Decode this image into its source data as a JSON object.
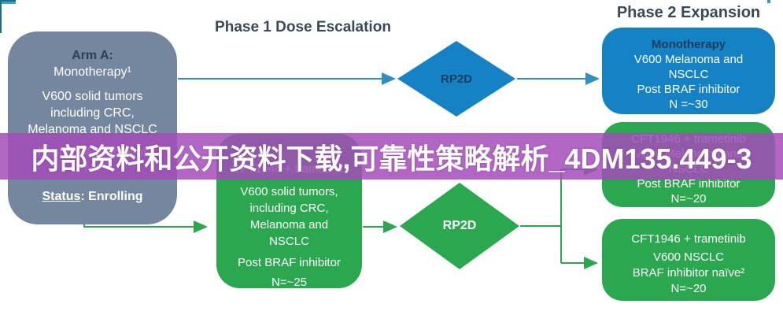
{
  "titles": {
    "phase1": "Phase 1 Dose Escalation",
    "phase2": "Phase 2 Expansion"
  },
  "banner": {
    "text": "内部资料和公开资料下载,可靠性策略解析_4DM135.449-3"
  },
  "arm_a": {
    "header": "Arm A:",
    "therapy": "Monotherapy¹",
    "population": [
      "V600 solid tumors",
      "including CRC,",
      "Melanoma and NSCLC"
    ],
    "prior": "Post BRAF inhibitor",
    "n": "N=",
    "status_label": "Status",
    "status_rest": ": Enrolling"
  },
  "arm_b": {
    "therapy": "CFT1946 + trametinib",
    "population": [
      "V600 solid tumors,",
      "including CRC,",
      "Melanoma and",
      "NSCLC"
    ],
    "prior": "Post BRAF inhibitor",
    "n": "N=~25"
  },
  "decisions": {
    "rp2d_1": "RP2D",
    "rp2d_2": "RP2D"
  },
  "expansion": {
    "box1": {
      "title": "Monotherapy",
      "lines": [
        "V600 Melanoma and",
        "NSCLC",
        "Post BRAF inhibitor",
        "N =~30"
      ]
    },
    "box2": {
      "title": "CFT1946 + trametinib",
      "lines": [
        "V600 Melanoma and",
        "NSCLC",
        "Post BRAF inhibitor",
        "N=~20"
      ]
    },
    "box3": {
      "title": "CFT1946 + trametinib",
      "lines": [
        "V600 NSCLC",
        "BRAF inhibitor naïve²",
        "N=~20"
      ]
    }
  },
  "colors": {
    "blue": "#1482C4",
    "green": "#2BA84F",
    "slate": "#75879E",
    "navy": "#36495C",
    "banner_purple": "#A34CB8",
    "arrow_blue": "#2F8FBE",
    "accent_teal": "#2F9DB8"
  }
}
